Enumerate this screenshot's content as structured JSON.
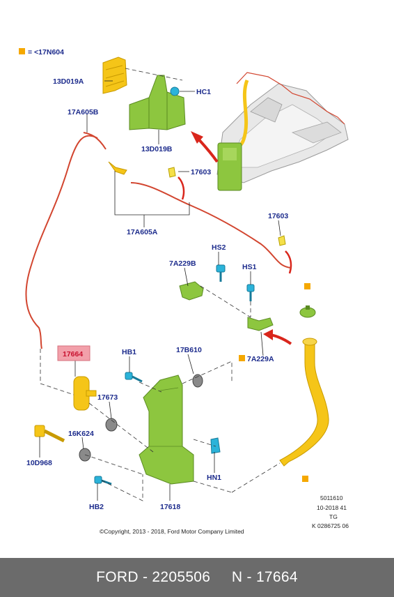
{
  "legend": {
    "marker_color": "#f5a800",
    "text": "= <17N604"
  },
  "labels": {
    "p13D019A": "13D019A",
    "hc1": "HC1",
    "p17A605B": "17A605B",
    "p13D019B": "13D019B",
    "p17603_top": "17603",
    "p17A605A": "17A605A",
    "p17603_right": "17603",
    "hs2": "HS2",
    "p7A229B": "7A229B",
    "hs1": "HS1",
    "p17664": "17664",
    "hb1": "HB1",
    "p17B610": "17B610",
    "p7A229A": "7A229A",
    "p17673": "17673",
    "p16K624": "16K624",
    "p10D968": "10D968",
    "hn1": "HN1",
    "hb2": "HB2",
    "p17618": "17618"
  },
  "reference": {
    "line1": "5011610",
    "line2": "10-2018 41",
    "line3": "TG",
    "line4": "K 0286725 06"
  },
  "copyright": "©Copyright, 2013 - 2018, Ford Motor Company Limited",
  "footer": {
    "text": "FORD - 2205506     N - 17664"
  },
  "colors": {
    "label_text": "#1c2b8c",
    "highlight_box": "#f2a0aa",
    "highlight_text": "#c8102e",
    "part_green": "#8dc63f",
    "part_yellow": "#f5c518",
    "hose_red": "#d2452f",
    "fastener_cyan": "#2bb3d9",
    "footer_bg": "#6b6b6b"
  }
}
